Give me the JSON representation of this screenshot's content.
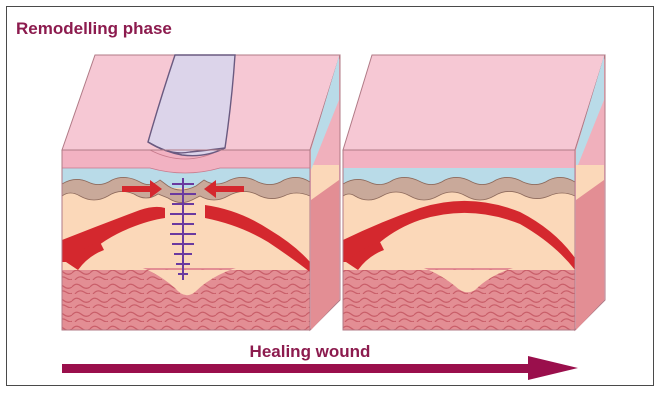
{
  "figure": {
    "title": "Remodelling phase",
    "arrow_label": "Healing wound"
  },
  "colors": {
    "accent": "#8c1b4e",
    "epidermis": "#f2b2c2",
    "epidermis_top": "#f6c8d4",
    "dermis_blue": "#b9dbe8",
    "basement": "#c9a99a",
    "fat": "#fbd8b9",
    "muscle": "#e38e94",
    "vessel": "#d4282e",
    "dressing": "#dcd4ea",
    "suture": "#6a3aa0",
    "arrow": "#9a0f4c"
  },
  "panels": [
    {
      "name": "wound-block-before",
      "features": [
        "dressing",
        "sutures",
        "contraction-arrows"
      ]
    },
    {
      "name": "wound-block-after",
      "features": [
        "healed-surface"
      ]
    }
  ]
}
